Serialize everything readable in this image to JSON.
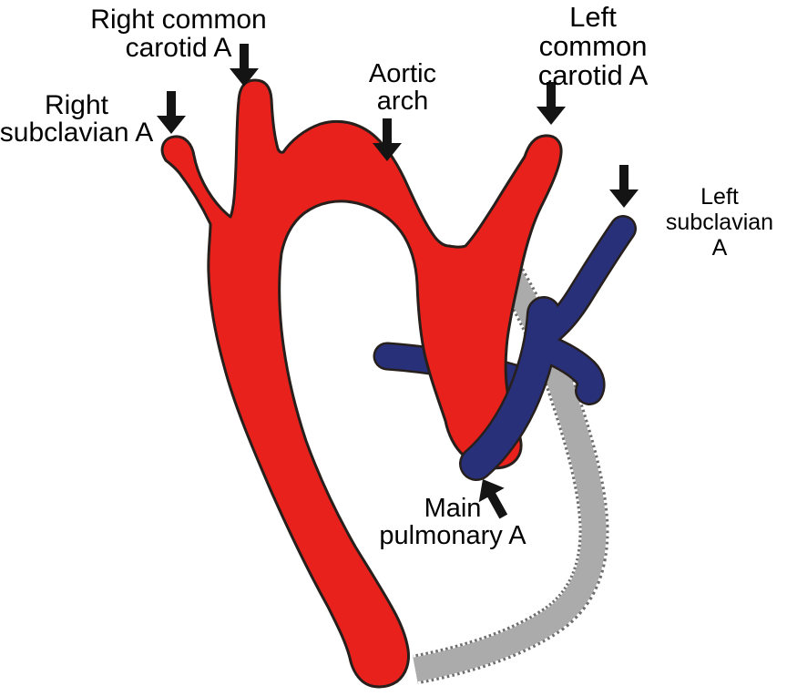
{
  "figure": {
    "type": "anatomical-diagram",
    "subject": "aortic arch and pulmonary artery branches",
    "labels": {
      "right_common_carotid": "Right common\ncarotid A",
      "right_subclavian": "Right\nsubclavian A",
      "aortic_arch": "Aortic\narch",
      "left_common_carotid": "Left\ncommon\ncarotid A",
      "left_subclavian": "Left\nsubclavian A",
      "main_pulmonary": "Main\npulmonary A"
    },
    "arrows": [
      {
        "name": "right-common-carotid",
        "direction": "down"
      },
      {
        "name": "right-subclavian",
        "direction": "down"
      },
      {
        "name": "aortic-arch",
        "direction": "down"
      },
      {
        "name": "left-common-carotid",
        "direction": "down"
      },
      {
        "name": "left-subclavian",
        "direction": "down"
      },
      {
        "name": "main-pulmonary",
        "direction": "up-left"
      }
    ],
    "icons": {
      "pointer_arrow": "solid-black-arrow"
    },
    "colors": {
      "aorta_red": "#e8211c",
      "pulmonary_blue": "#29307a",
      "ligament_gray": "#ababab",
      "ligament_gray_edge": "#6e6e6e",
      "vessel_outline": "#261f1c",
      "arrow_black": "#141414",
      "background": "#ffffff",
      "text": "#000000"
    }
  }
}
